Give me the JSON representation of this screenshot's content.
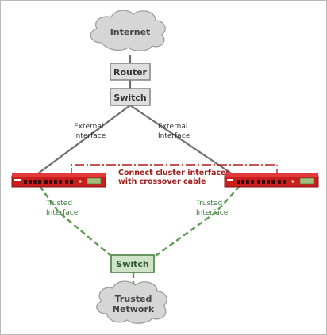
{
  "internet": {
    "label": "Internet"
  },
  "router": {
    "label": "Router"
  },
  "top_switch": {
    "label": "Switch"
  },
  "bottom_switch": {
    "label": "Switch"
  },
  "trusted_network": {
    "line1": "Trusted",
    "line2": "Network"
  },
  "external_left": {
    "line1": "External",
    "line2": "Interface"
  },
  "external_right": {
    "line1": "External",
    "line2": "Interface"
  },
  "trusted_left": {
    "line1": "Trusted",
    "line2": "Interface"
  },
  "trusted_right": {
    "line1": "Trusted",
    "line2": "Interface"
  },
  "cluster_note": {
    "line1": "Connect cluster interfaces",
    "line2": "with crossover cable"
  },
  "colors": {
    "external_link": "#6e6e6e",
    "trusted_link": "#5f9a55",
    "crossover_link": "#b51d1d",
    "firewall": "#c81e1e"
  }
}
